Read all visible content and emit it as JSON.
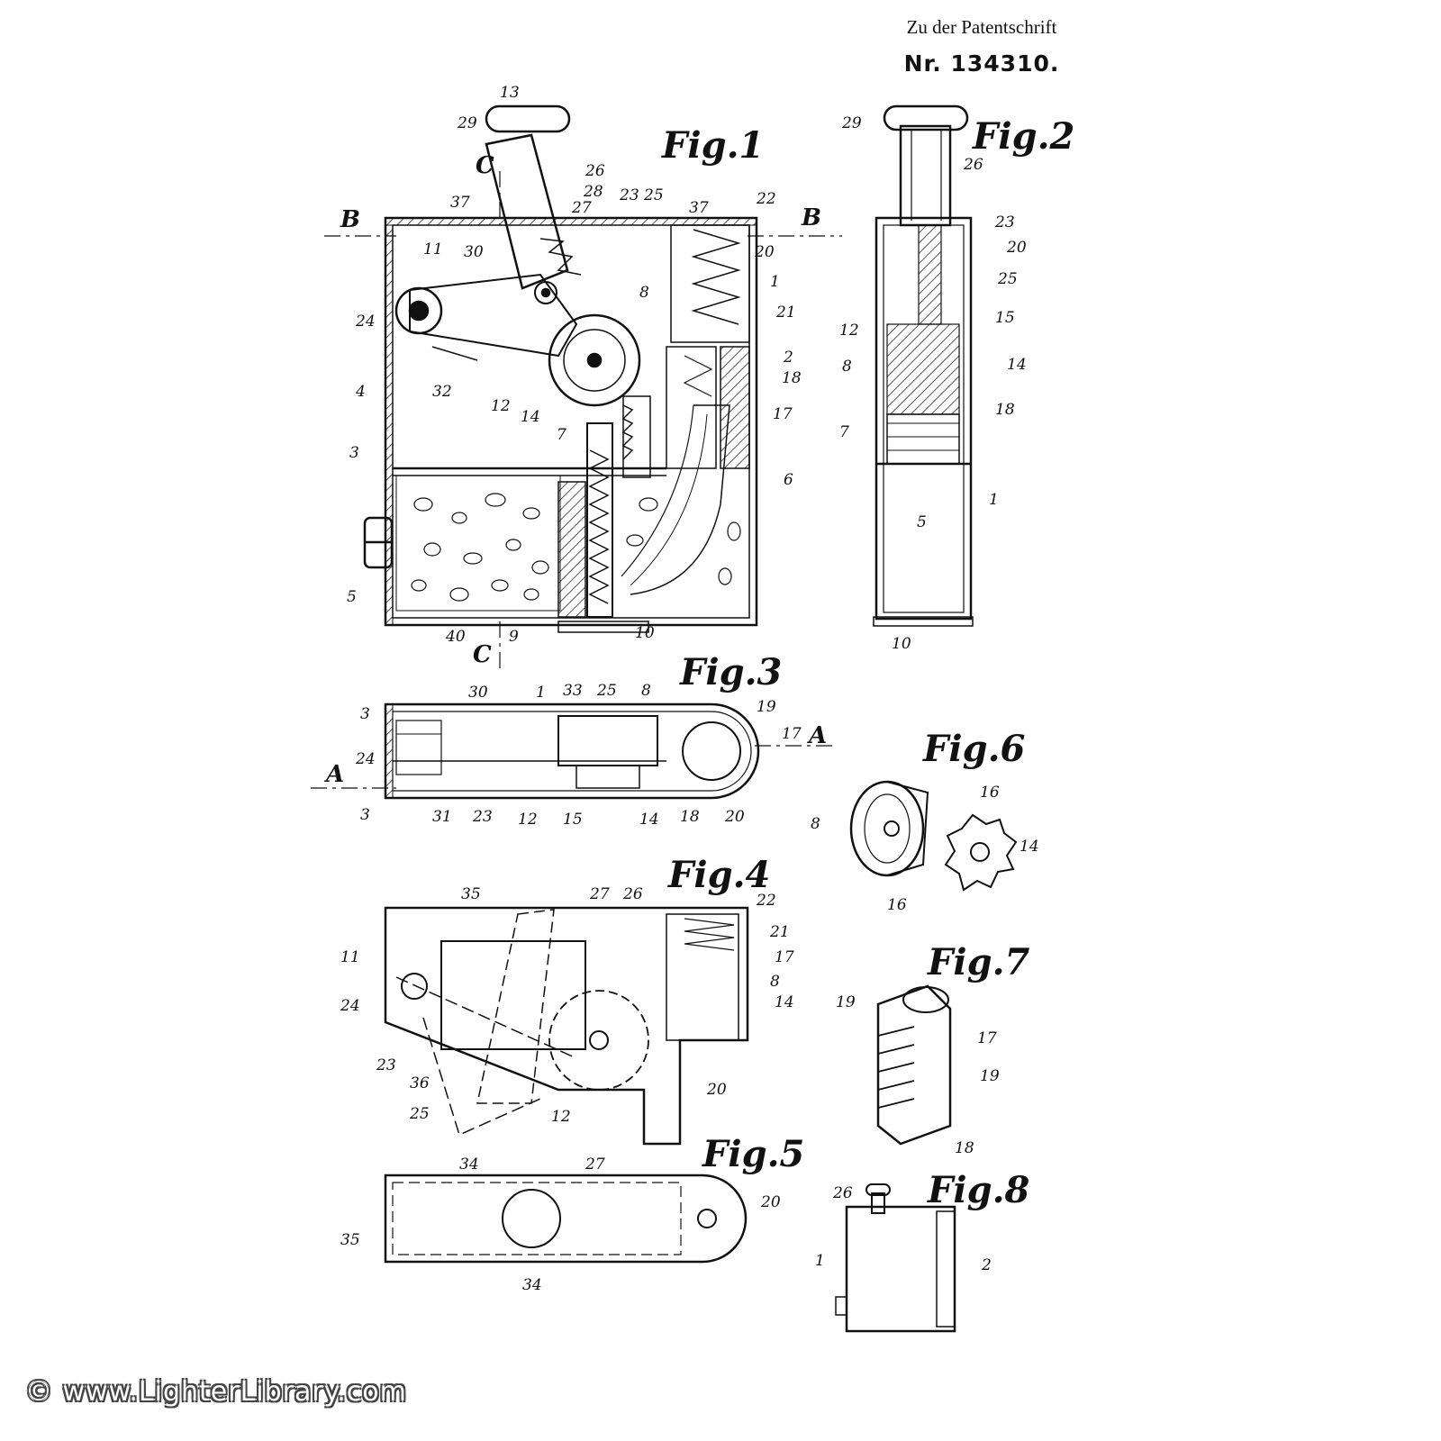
{
  "header": {
    "line1": "Zu der Patentschrift",
    "line2": "Nr. 134310."
  },
  "watermark": "© www.LighterLibrary.com",
  "figures": {
    "fig1": {
      "title": "Fig.1",
      "labels": [
        "13",
        "29",
        "26",
        "28",
        "27",
        "23",
        "25",
        "37",
        "37",
        "22",
        "11",
        "30",
        "20",
        "1",
        "8",
        "21",
        "24",
        "2",
        "18",
        "4",
        "32",
        "12",
        "14",
        "7",
        "17",
        "3",
        "6",
        "5",
        "40",
        "9",
        "10"
      ],
      "sections": [
        "C",
        "B",
        "B",
        "C"
      ]
    },
    "fig2": {
      "title": "Fig.2",
      "labels": [
        "29",
        "26",
        "23",
        "20",
        "25",
        "12",
        "15",
        "8",
        "14",
        "7",
        "18",
        "5",
        "1",
        "10"
      ]
    },
    "fig3": {
      "title": "Fig.3",
      "labels": [
        "3",
        "30",
        "1",
        "33",
        "25",
        "8",
        "19",
        "17",
        "24",
        "3",
        "31",
        "23",
        "12",
        "15",
        "14",
        "18",
        "20"
      ],
      "sections": [
        "A",
        "A"
      ]
    },
    "fig4": {
      "title": "Fig.4",
      "labels": [
        "35",
        "27",
        "26",
        "22",
        "21",
        "11",
        "17",
        "8",
        "24",
        "14",
        "23",
        "36",
        "20",
        "25",
        "12"
      ]
    },
    "fig5": {
      "title": "Fig.5",
      "labels": [
        "34",
        "27",
        "20",
        "35",
        "34"
      ]
    },
    "fig6": {
      "title": "Fig.6",
      "labels": [
        "16",
        "8",
        "14",
        "16"
      ]
    },
    "fig7": {
      "title": "Fig.7",
      "labels": [
        "19",
        "17",
        "19",
        "18"
      ]
    },
    "fig8": {
      "title": "Fig.8",
      "labels": [
        "26",
        "1",
        "2"
      ]
    }
  }
}
